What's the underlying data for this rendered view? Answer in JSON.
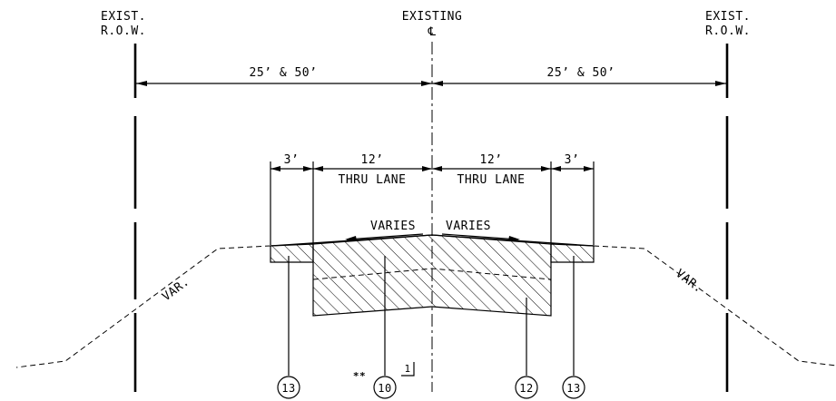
{
  "labels": {
    "row_left": [
      "EXIST.",
      "R.O.W."
    ],
    "row_right": [
      "EXIST.",
      "R.O.W."
    ],
    "centerline": [
      "EXISTING",
      "℄"
    ],
    "dim_left_row": "25’ & 50’",
    "dim_right_row": "25’ & 50’",
    "dim_left_shoulder": "3’",
    "dim_right_shoulder": "3’",
    "dim_left_lane": "12’",
    "dim_right_lane": "12’",
    "lane_left": "THRU LANE",
    "lane_right": "THRU LANE",
    "slope_left": "VARIES",
    "slope_right": "VARIES",
    "var_left": "VAR.",
    "var_right": "VAR.",
    "note_mark": "**",
    "detail_mark": "1"
  },
  "callouts": [
    "13",
    "10",
    "12",
    "13"
  ]
}
